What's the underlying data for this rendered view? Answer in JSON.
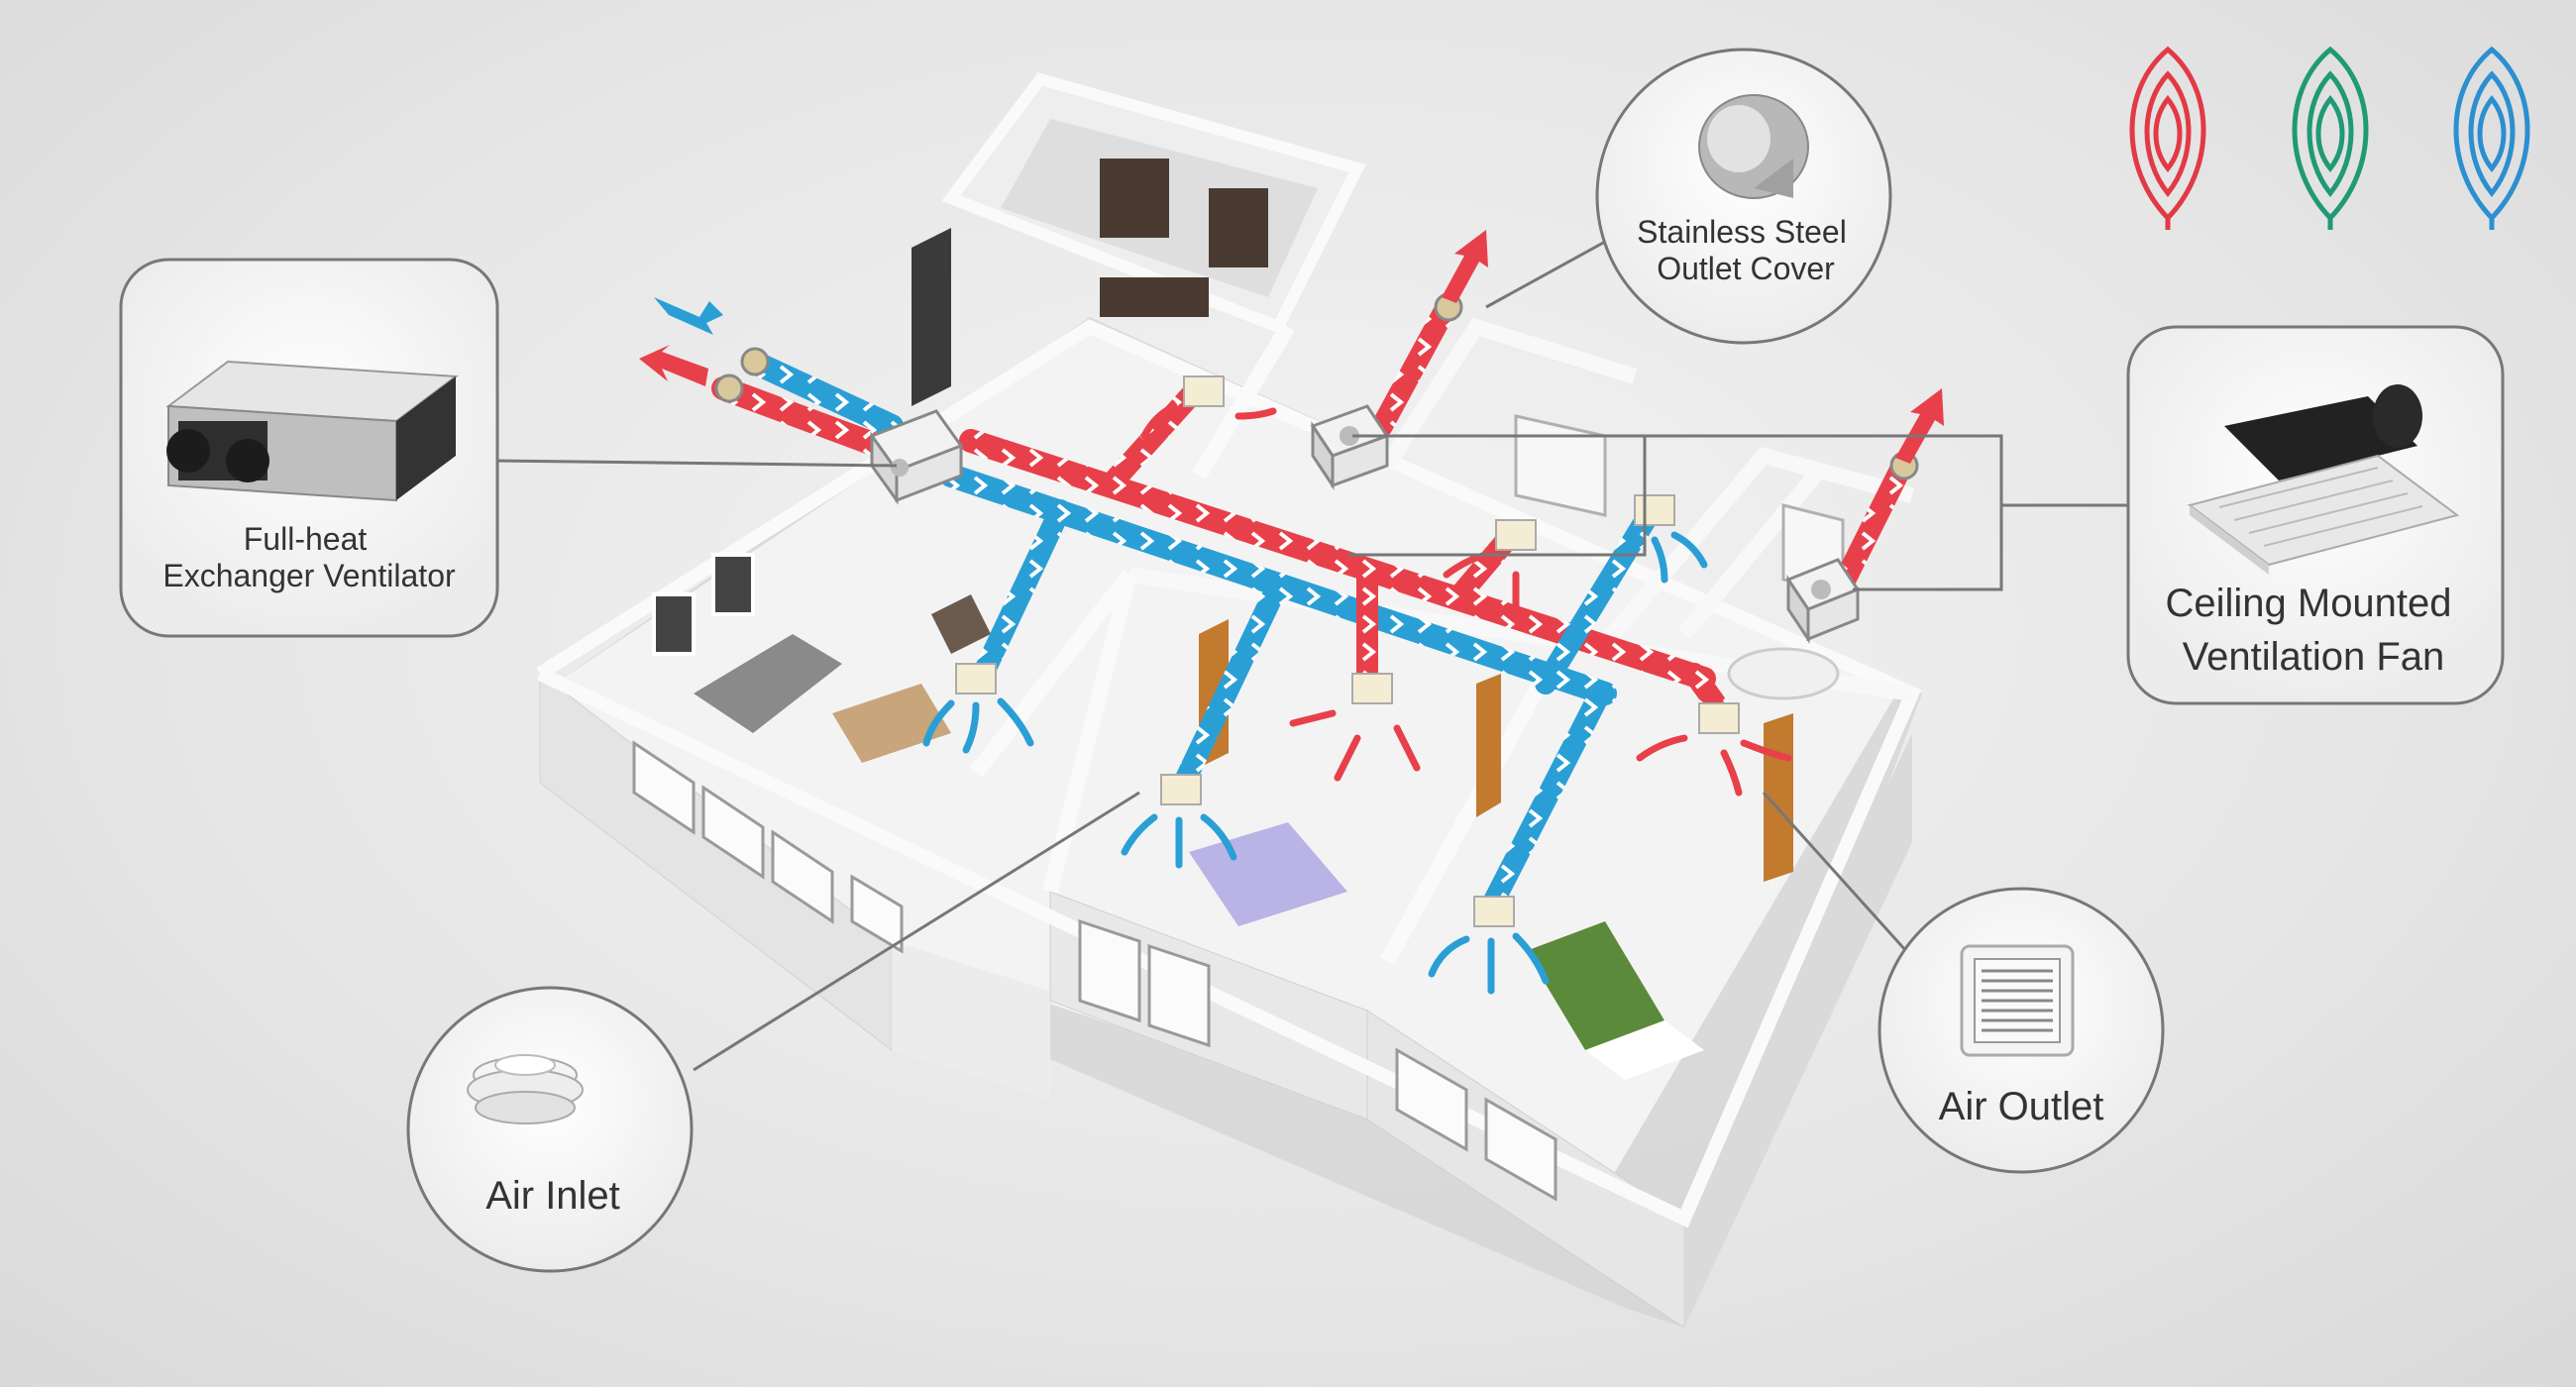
{
  "callouts": {
    "ventilator": {
      "line1": "Full-heat",
      "line2": "Exchanger Ventilator"
    },
    "outlet_cover": {
      "line1": "Stainless Steel",
      "line2": "Outlet Cover"
    },
    "ceiling_fan": {
      "line1": "Ceiling Mounted",
      "line2": "Ventilation Fan"
    },
    "air_inlet": {
      "label": "Air Inlet"
    },
    "air_outlet": {
      "label": "Air Outlet"
    }
  },
  "colors": {
    "fresh_air": "#2a9fd6",
    "exhaust_air": "#e8404a",
    "leaf_red": "#e23a44",
    "leaf_green": "#1f9a74",
    "leaf_blue": "#2b8fd0"
  }
}
